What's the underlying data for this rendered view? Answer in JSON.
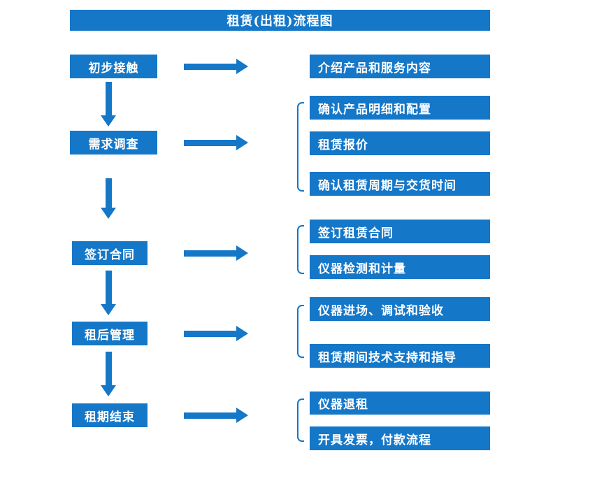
{
  "colors": {
    "accent": "#1577C8",
    "box_text": "#FFFFFF",
    "background": "#FFFFFF"
  },
  "title": "租赁(出租)流程图",
  "steps": [
    {
      "label": "初步接触",
      "outputs": [
        "介绍产品和服务内容"
      ]
    },
    {
      "label": "需求调查",
      "outputs": [
        "确认产品明细和配置",
        "租赁报价",
        "确认租赁周期与交货时间"
      ]
    },
    {
      "label": "签订合同",
      "outputs": [
        "签订租赁合同",
        "仪器检测和计量"
      ]
    },
    {
      "label": "租后管理",
      "outputs": [
        "仪器进场、调试和验收",
        "租赁期间技术支持和指导"
      ]
    },
    {
      "label": "租期结束",
      "outputs": [
        "仪器退租",
        "开具发票，付款流程"
      ]
    }
  ]
}
